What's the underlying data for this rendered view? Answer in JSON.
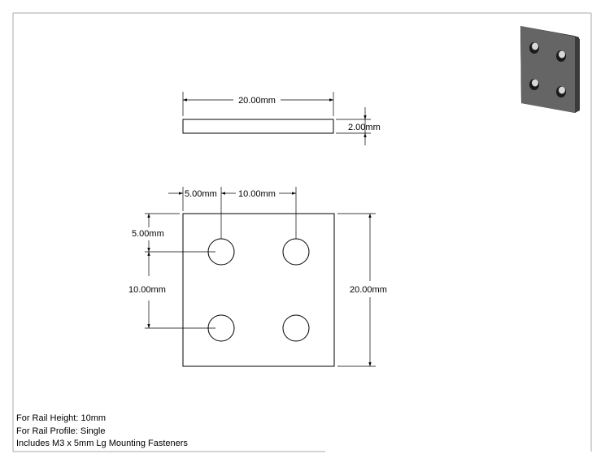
{
  "drawing": {
    "top_view": {
      "width_dim": "20.00mm",
      "thickness_dim": "2.00mm"
    },
    "front_view": {
      "edge_x_dim": "5.00mm",
      "hole_pitch_x_dim": "10.00mm",
      "edge_y_dim": "5.00mm",
      "hole_pitch_y_dim": "10.00mm",
      "height_dim": "20.00mm"
    }
  },
  "notes": [
    "For Rail Height: 10mm",
    "For Rail Profile: Single",
    "Includes M3 x 5mm Lg Mounting Fasteners"
  ],
  "colors": {
    "line": "#000000",
    "plate_iso_face": "#5f5f5f",
    "plate_iso_side": "#3a3a3a",
    "border": "#aaaaaa"
  }
}
